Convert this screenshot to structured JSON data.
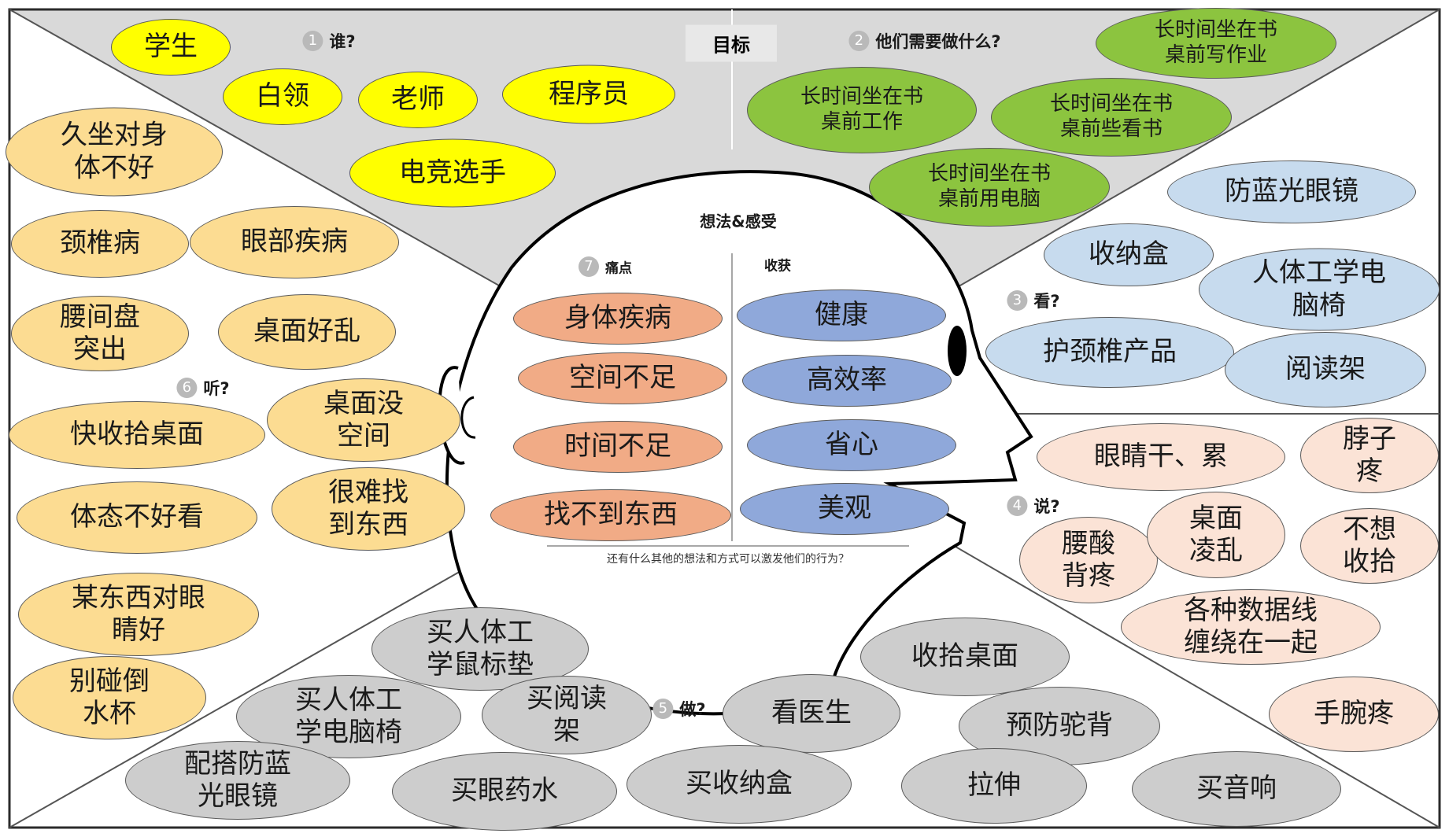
{
  "center": {
    "goal": "目标",
    "feel_title": "想法&感受",
    "pain_label": "痛点",
    "gain_label": "收获",
    "bottom_question": "还有什么其他的想法和方式可以激发他们的行为？"
  },
  "sections": [
    {
      "num": "1",
      "q": "谁?"
    },
    {
      "num": "2",
      "q": "他们需要做什么?"
    },
    {
      "num": "3",
      "q": "看?"
    },
    {
      "num": "4",
      "q": "说?"
    },
    {
      "num": "5",
      "q": "做?"
    },
    {
      "num": "6",
      "q": "听?"
    },
    {
      "num": "7",
      "q": ""
    }
  ],
  "colors": {
    "who": "#ffff00",
    "needs": "#8cc43f",
    "see": "#c7dbee",
    "say": "#fbe3d6",
    "do": "#cdcdcd",
    "hear": "#fcdc92",
    "pain": "#f1ab86",
    "gain": "#8fa8da",
    "top_region": "#d9d9d9"
  },
  "bubbles": [
    {
      "text": "学生",
      "group": "who"
    },
    {
      "text": "白领",
      "group": "who"
    },
    {
      "text": "老师",
      "group": "who"
    },
    {
      "text": "程序员",
      "group": "who"
    },
    {
      "text": "电竞选手",
      "group": "who"
    },
    {
      "text": "长时间坐在书\n桌前写作业",
      "group": "needs"
    },
    {
      "text": "长时间坐在书\n桌前工作",
      "group": "needs"
    },
    {
      "text": "长时间坐在书\n桌前些看书",
      "group": "needs"
    },
    {
      "text": "长时间坐在书\n桌前用电脑",
      "group": "needs"
    },
    {
      "text": "防蓝光眼镜",
      "group": "see"
    },
    {
      "text": "收纳盒",
      "group": "see"
    },
    {
      "text": "人体工学电\n脑椅",
      "group": "see"
    },
    {
      "text": "护颈椎产品",
      "group": "see"
    },
    {
      "text": "阅读架",
      "group": "see"
    },
    {
      "text": "眼睛干、累",
      "group": "say"
    },
    {
      "text": "脖子\n疼",
      "group": "say"
    },
    {
      "text": "腰酸\n背疼",
      "group": "say"
    },
    {
      "text": "桌面\n凌乱",
      "group": "say"
    },
    {
      "text": "不想\n收拾",
      "group": "say"
    },
    {
      "text": "各种数据线\n缠绕在一起",
      "group": "say"
    },
    {
      "text": "手腕疼",
      "group": "say"
    },
    {
      "text": "久坐对身\n体不好",
      "group": "hear"
    },
    {
      "text": "颈椎病",
      "group": "hear"
    },
    {
      "text": "眼部疾病",
      "group": "hear"
    },
    {
      "text": "腰间盘\n突出",
      "group": "hear"
    },
    {
      "text": "桌面好乱",
      "group": "hear"
    },
    {
      "text": "快收拾桌面",
      "group": "hear"
    },
    {
      "text": "桌面没\n空间",
      "group": "hear"
    },
    {
      "text": "体态不好看",
      "group": "hear"
    },
    {
      "text": "很难找\n到东西",
      "group": "hear"
    },
    {
      "text": "某东西对眼\n睛好",
      "group": "hear"
    },
    {
      "text": "别碰倒\n水杯",
      "group": "hear"
    },
    {
      "text": "买人体工\n学鼠标垫",
      "group": "do"
    },
    {
      "text": "收拾桌面",
      "group": "do"
    },
    {
      "text": "买人体工\n学电脑椅",
      "group": "do"
    },
    {
      "text": "买阅读\n架",
      "group": "do"
    },
    {
      "text": "看医生",
      "group": "do"
    },
    {
      "text": "预防驼背",
      "group": "do"
    },
    {
      "text": "配搭防蓝\n光眼镜",
      "group": "do"
    },
    {
      "text": "买眼药水",
      "group": "do"
    },
    {
      "text": "买收纳盒",
      "group": "do"
    },
    {
      "text": "拉伸",
      "group": "do"
    },
    {
      "text": "买音响",
      "group": "do"
    },
    {
      "text": "身体疾病",
      "group": "pain"
    },
    {
      "text": "空间不足",
      "group": "pain"
    },
    {
      "text": "时间不足",
      "group": "pain"
    },
    {
      "text": "找不到东西",
      "group": "pain"
    },
    {
      "text": "健康",
      "group": "gain"
    },
    {
      "text": "高效率",
      "group": "gain"
    },
    {
      "text": "省心",
      "group": "gain"
    },
    {
      "text": "美观",
      "group": "gain"
    }
  ]
}
